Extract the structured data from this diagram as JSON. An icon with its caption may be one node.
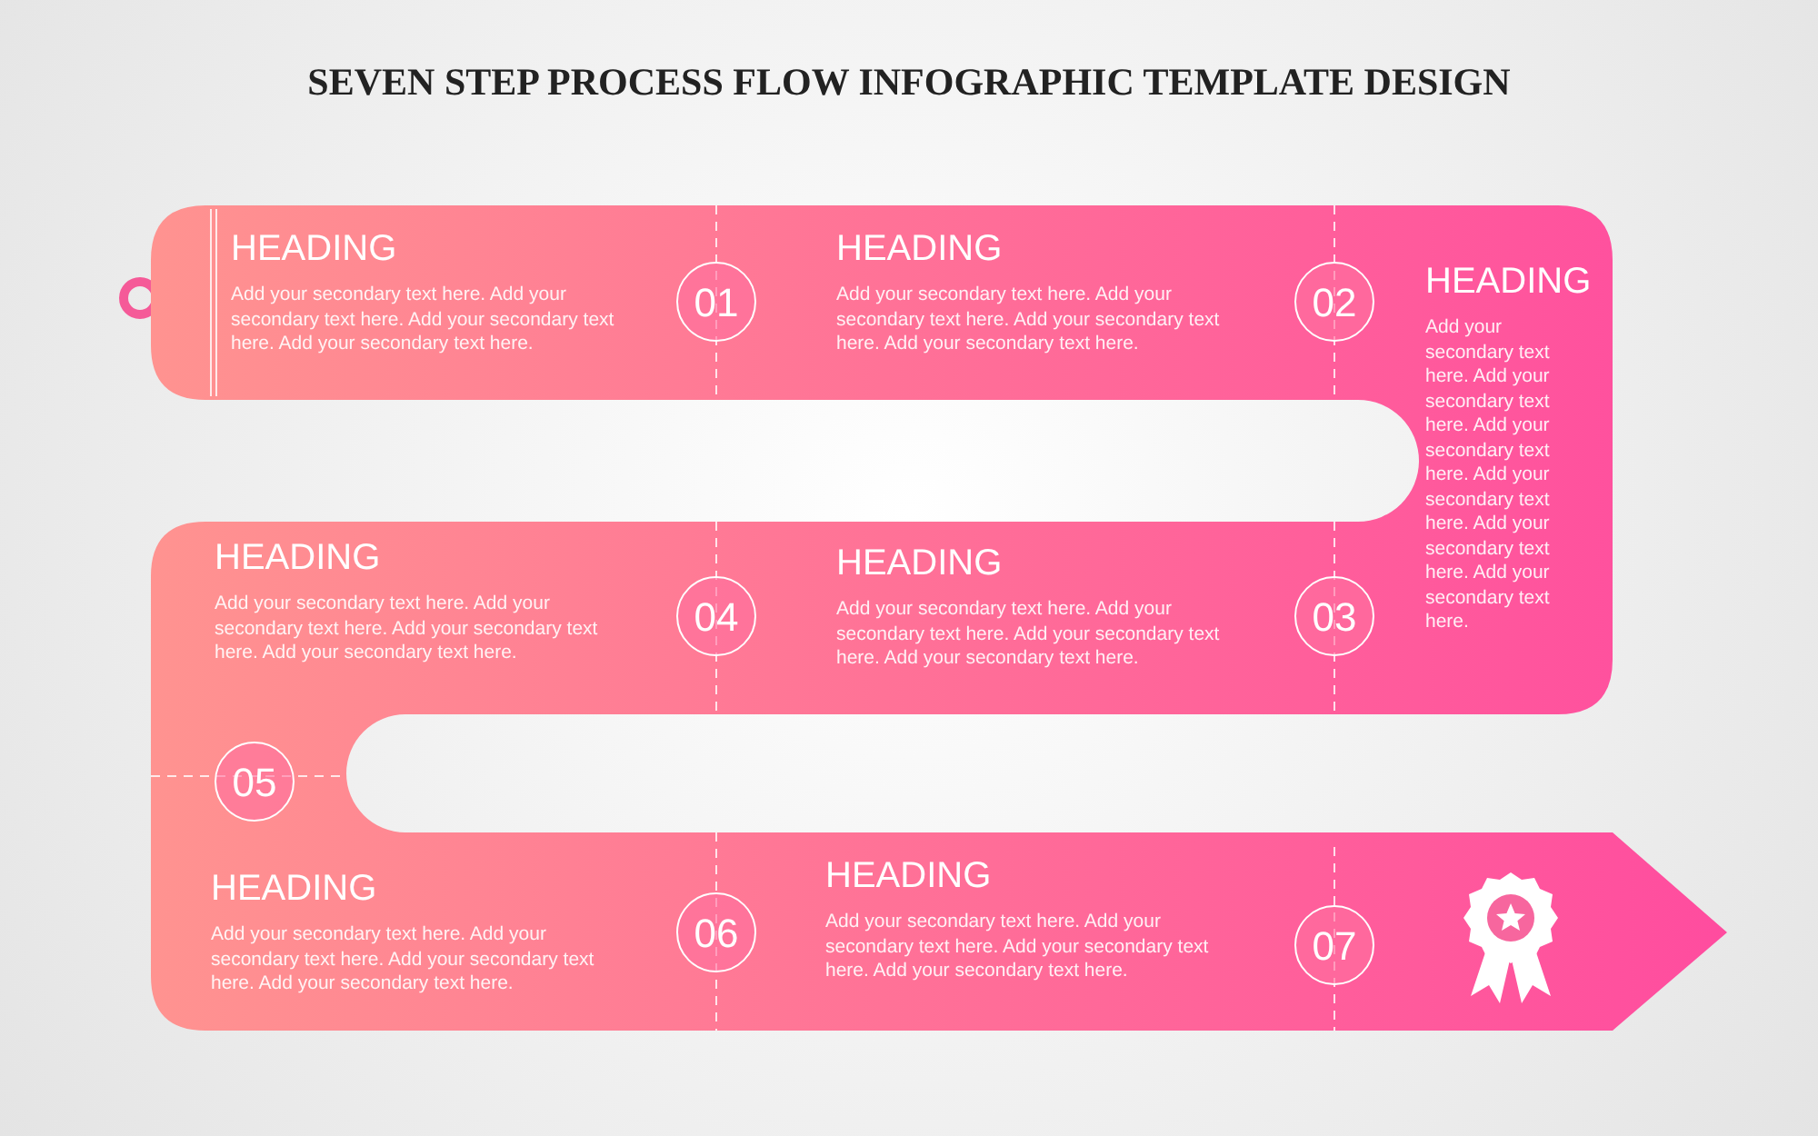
{
  "diagram": {
    "title": "SEVEN STEP PROCESS FLOW INFOGRAPHIC TEMPLATE DESIGN",
    "nodes": [
      {
        "text": [],
        "shape": "band"
      },
      {
        "text": [
          "HEADING",
          "Add your secondary text here. Add your secondary text here. Add your secondary text here. Add your secondary text here."
        ],
        "in": 0
      },
      {
        "text": [
          "01"
        ],
        "in": 0
      },
      {
        "text": [
          "HEADING",
          "Add your secondary text here. Add your secondary text here. Add your secondary text here. Add your secondary text here."
        ],
        "in": 0
      },
      {
        "text": [
          "02"
        ],
        "in": 0
      },
      {
        "text": [
          "HEADING",
          "Add your secondary text here. Add your secondary text here. Add your secondary text here. Add your secondary text here. Add your secondary text here. Add your secondary text here."
        ],
        "in": 0
      },
      {
        "text": [
          "HEADING",
          "Add your secondary text here. Add your secondary text here. Add your secondary text here. Add your secondary text here."
        ],
        "in": 0
      },
      {
        "text": [
          "04"
        ],
        "in": 0
      },
      {
        "text": [
          "HEADING",
          "Add your secondary text here. Add your secondary text here. Add your secondary text here. Add your secondary text here."
        ],
        "in": 0
      },
      {
        "text": [
          "03"
        ],
        "in": 0
      },
      {
        "text": [
          "05"
        ],
        "in": 0
      },
      {
        "text": [
          "HEADING",
          "Add your secondary text here. Add your secondary text here. Add your secondary text here. Add your secondary text here."
        ],
        "in": 0
      },
      {
        "text": [
          "06"
        ],
        "in": 0
      },
      {
        "text": [
          "HEADING",
          "Add your secondary text here. Add your secondary text here. Add your secondary text here. Add your secondary text here."
        ],
        "in": 0
      },
      {
        "text": [
          "07"
        ],
        "in": 0
      }
    ]
  }
}
